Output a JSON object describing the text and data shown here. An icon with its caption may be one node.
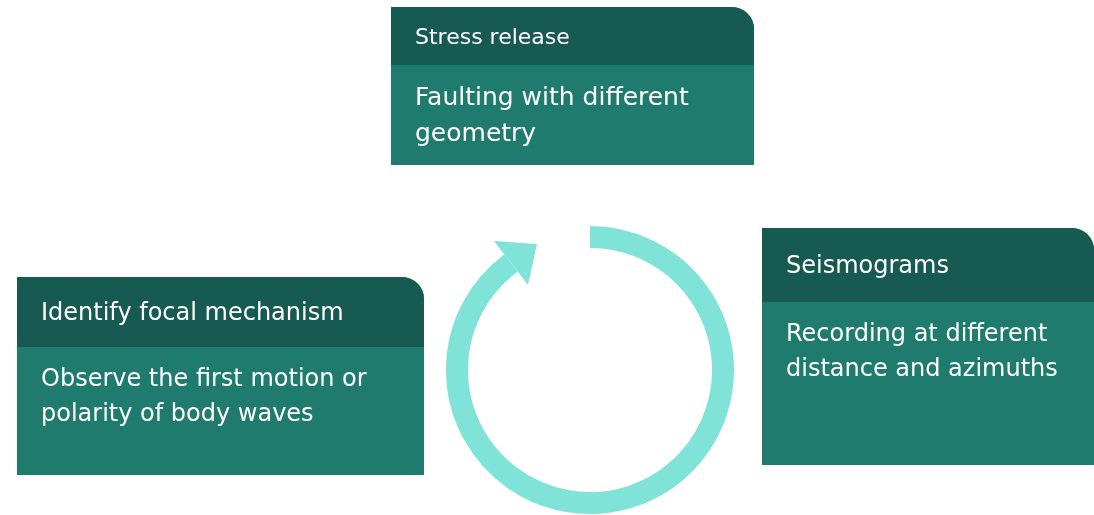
{
  "diagram": {
    "nodes": [
      {
        "text": [
          "Stress release",
          "Faulting with different geometry"
        ]
      },
      {
        "text": [
          "Seismograms",
          "Recording at different distance and azimuths"
        ]
      },
      {
        "text": [
          "Identify focal mechanism",
          "Observe the first motion or polarity of body waves"
        ]
      }
    ]
  }
}
